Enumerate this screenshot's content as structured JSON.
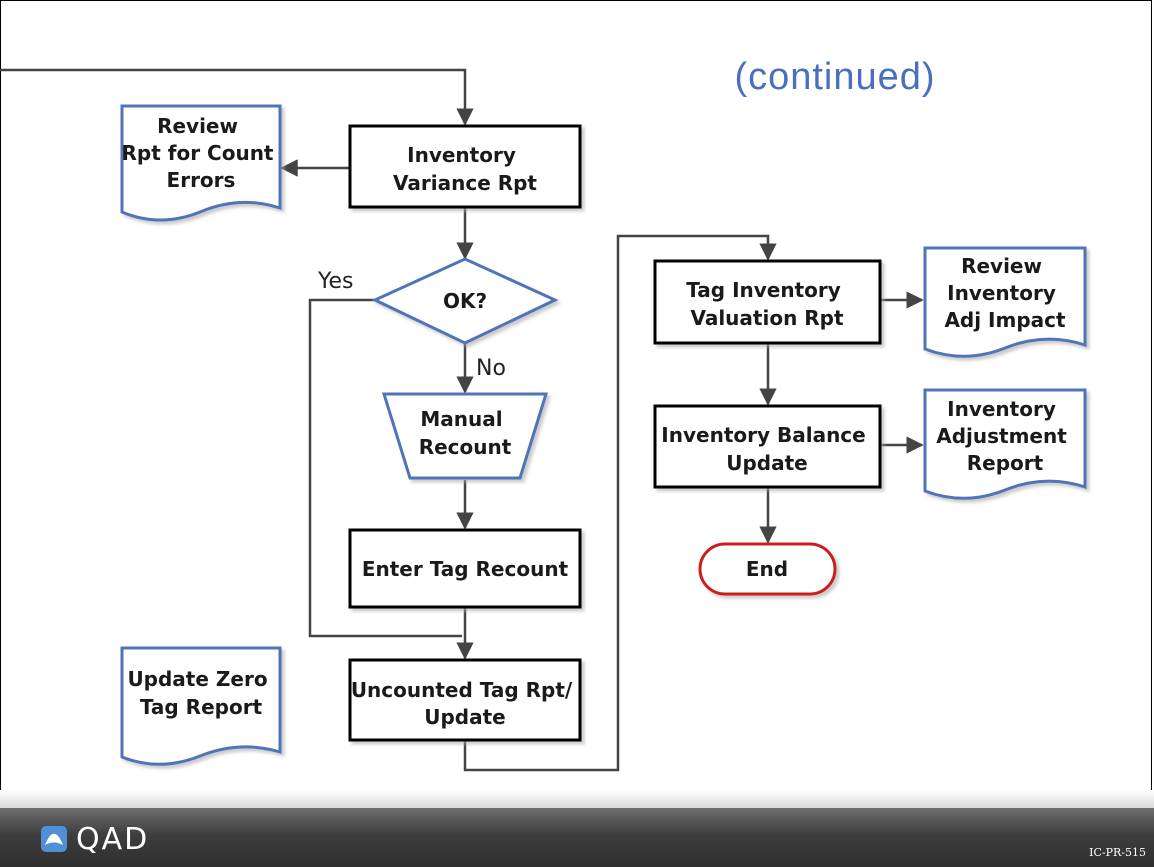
{
  "title": "(continued)",
  "nodes": [
    {
      "id": "variance",
      "shape": "process",
      "lines": [
        "Inventory",
        "Variance Rpt"
      ]
    },
    {
      "id": "review-count",
      "shape": "document",
      "lines": [
        "Review",
        "Rpt for Count",
        "Errors"
      ]
    },
    {
      "id": "ok",
      "shape": "decision",
      "lines": [
        "OK?"
      ]
    },
    {
      "id": "manual-recount",
      "shape": "manual",
      "lines": [
        "Manual",
        "Recount"
      ]
    },
    {
      "id": "enter-recount",
      "shape": "process",
      "lines": [
        "Enter Tag Recount"
      ]
    },
    {
      "id": "uncounted",
      "shape": "process",
      "lines": [
        "Uncounted Tag Rpt/",
        "Update"
      ]
    },
    {
      "id": "update-zero",
      "shape": "document",
      "lines": [
        "Update Zero",
        "Tag Report"
      ]
    },
    {
      "id": "valuation",
      "shape": "process",
      "lines": [
        "Tag Inventory",
        "Valuation Rpt"
      ]
    },
    {
      "id": "review-adj",
      "shape": "document",
      "lines": [
        "Review",
        "Inventory",
        "Adj Impact"
      ]
    },
    {
      "id": "balance",
      "shape": "process",
      "lines": [
        "Inventory Balance",
        "Update"
      ]
    },
    {
      "id": "adj-report",
      "shape": "document",
      "lines": [
        "Inventory",
        "Adjustment",
        "Report"
      ]
    },
    {
      "id": "end",
      "shape": "terminator",
      "lines": [
        "End"
      ]
    }
  ],
  "edge_labels": {
    "yes": "Yes",
    "no": "No"
  },
  "footer": {
    "logo_text": "QAD",
    "slide_code": "IC-PR-515"
  },
  "colors": {
    "title": "#4a6fc0",
    "document_border": "#4f74b8",
    "terminator_border": "#cc1f1f",
    "footer": "#3e3e3e"
  }
}
